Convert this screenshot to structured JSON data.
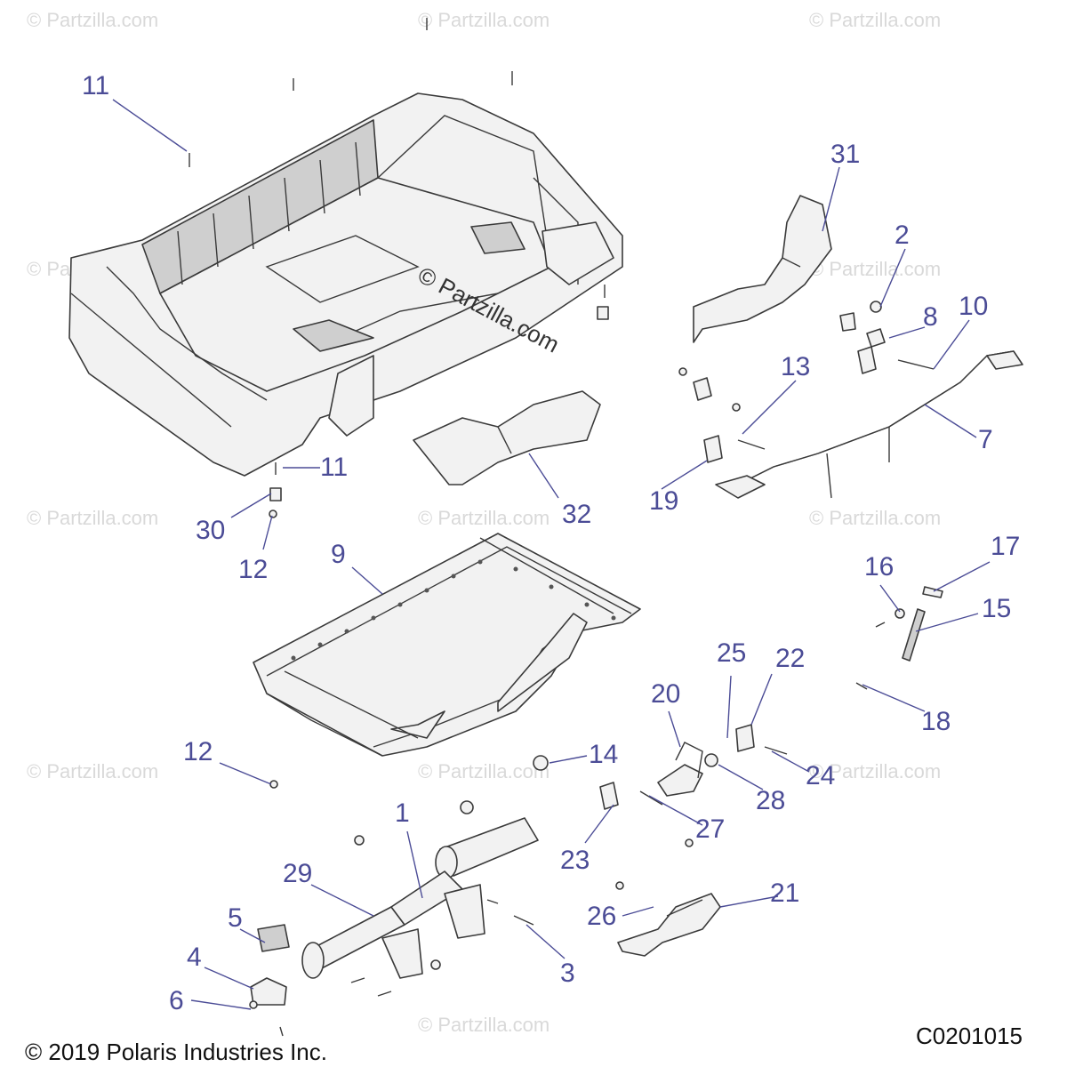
{
  "copyright": "© 2019 Polaris Industries Inc.",
  "diagram_code": "C0201015",
  "watermark": "© Partzilla.com",
  "center_watermark": "© Partzilla.com",
  "accent_color": "#4b4c96",
  "callouts": {
    "c1": "1",
    "c2": "2",
    "c3": "3",
    "c4": "4",
    "c5": "5",
    "c6": "6",
    "c7": "7",
    "c8": "8",
    "c9": "9",
    "c10": "10",
    "c11a": "11",
    "c11b": "11",
    "c12a": "12",
    "c12b": "12",
    "c13": "13",
    "c14": "14",
    "c15": "15",
    "c16": "16",
    "c17": "17",
    "c18": "18",
    "c19": "19",
    "c20": "20",
    "c21": "21",
    "c22": "22",
    "c23": "23",
    "c24": "24",
    "c25": "25",
    "c26": "26",
    "c27": "27",
    "c28": "28",
    "c29": "29",
    "c30": "30",
    "c31": "31",
    "c32": "32"
  },
  "parts": [
    {
      "id": "cargo-box",
      "icon": "cargo-box-icon"
    },
    {
      "id": "box-frame",
      "icon": "box-frame-icon"
    },
    {
      "id": "pivot-tube",
      "icon": "pivot-tube-icon"
    },
    {
      "id": "latch-bar",
      "icon": "latch-bar-icon"
    },
    {
      "id": "gas-strut",
      "icon": "gas-strut-icon"
    }
  ]
}
